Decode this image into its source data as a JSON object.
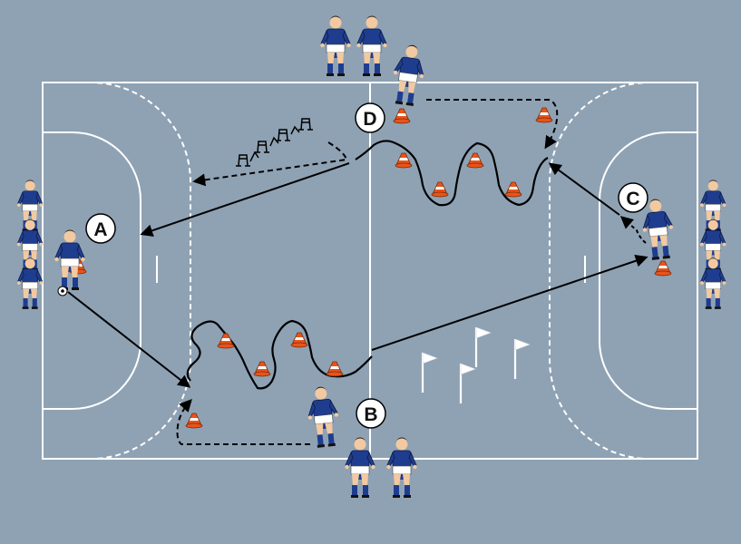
{
  "stations": {
    "a": "A",
    "b": "B",
    "c": "C",
    "d": "D"
  },
  "colors": {
    "background": "#8fa2b4",
    "lines": "#ffffff",
    "jersey": "#1f3d8f",
    "shorts": "#ffffff",
    "socks": "#1f3d8f",
    "skin": "#f2c9a0",
    "hair": "#2a1a10",
    "cone": "#e8541a",
    "arrow": "#000000",
    "flag": "#ffffff"
  },
  "icons": {
    "player": "player-icon",
    "cone": "cone-icon",
    "flag": "flag-icon",
    "hurdle": "hurdle-icon",
    "ball": "ball-icon"
  }
}
